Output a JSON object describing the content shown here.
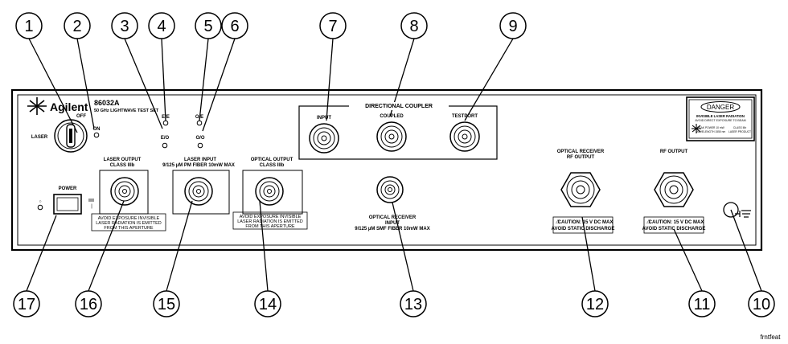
{
  "brand": "Agilent",
  "model": "86032A",
  "subtitle": "50 GHz LIGHTWAVE TEST SET",
  "key": {
    "off": "OFF",
    "on": "ON",
    "laser": "LASER"
  },
  "leds": {
    "ee": "E/E",
    "eo": "E/O",
    "oe": "O/E",
    "oo": "O/O"
  },
  "power": {
    "label": "POWER",
    "off_mark": "○",
    "on_mark": "|"
  },
  "coupler": {
    "title": "DIRECTIONAL COUPLER",
    "input": "INPUT",
    "coupled": "COUPLED",
    "testport": "TESTPORT"
  },
  "laser_output": {
    "title": "LASER OUTPUT",
    "class": "CLASS IIIb"
  },
  "laser_input": {
    "title": "LASER INPUT",
    "spec": "9/125 µM PM FIBER 10mW MAX"
  },
  "optical_output": {
    "title": "OPTICAL OUTPUT",
    "class": "CLASS IIIb"
  },
  "warning_1": {
    "l1": "AVOID EXPOSURE INVISIBLE",
    "l2": "LASER RADIATION IS EMITTED",
    "l3": "FROM THIS APERTURE"
  },
  "warning_2": {
    "l1": "AVOID EXPOSURE INVISIBLE",
    "l2": "LASER RADIATION IS EMITTED",
    "l3": "FROM THIS APERTURE"
  },
  "optical_receiver_input": {
    "l1": "OPTICAL RECEIVER",
    "l2": "INPUT",
    "l3": "9/125 µM SMF FIBER 10mW MAX"
  },
  "optical_receiver_rf": {
    "l1": "OPTICAL RECEIVER",
    "l2": "RF OUTPUT"
  },
  "rf_output": {
    "title": "RF OUTPUT"
  },
  "caution_1": {
    "l1": "CAUTION: 15 V DC MAX",
    "l2": "AVOID STATIC DISCHARGE"
  },
  "caution_2": {
    "l1": "CAUTION: 15 V DC MAX",
    "l2": "AVOID STATIC DISCHARGE"
  },
  "danger": {
    "title": "DANGER",
    "l1": "INVISIBLE LASER RADIATION",
    "l2": "AVOID DIRECT EXPOSURE TO BEAM",
    "l3": "PEAK POWER 10 mW",
    "l4": "CLASS IIIb",
    "l5": "WAVELENGTH 1550 nm",
    "l6": "LASER PRODUCT"
  },
  "callouts": [
    "1",
    "2",
    "3",
    "4",
    "5",
    "6",
    "7",
    "8",
    "9",
    "10",
    "11",
    "12",
    "13",
    "14",
    "15",
    "16",
    "17"
  ],
  "footer_tag": "frntfeat"
}
